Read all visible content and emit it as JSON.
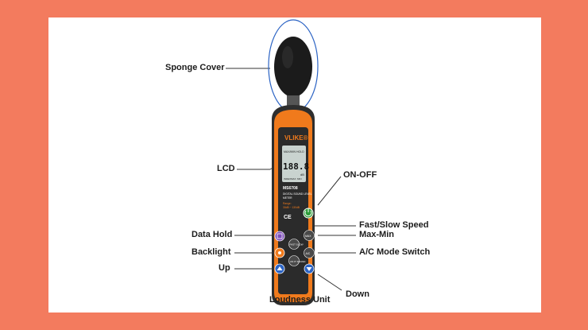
{
  "device": {
    "brand": "VLIKE",
    "brand_mark": "®",
    "model": "MS6708",
    "desc_line1": "DIGITAL SOUND LEVEL",
    "desc_line2": "METER",
    "range_label": "Range:",
    "range_value": "30dB ~ 130dB",
    "ce_mark": "CE",
    "lcd": {
      "digits": "188.8",
      "unit": "dB",
      "tag_maxmin": "MAX/MIN",
      "tag_hold": "HOLD",
      "tag_ac": "dBC",
      "tag_max": "MAX",
      "tag_min": "MIN",
      "tag_index": "INDEX"
    },
    "buttons": {
      "fast_slow": "FAST SLOW",
      "maxmin": "MAX",
      "ac": "A/C",
      "unit": "UN IT SOUND"
    }
  },
  "callouts": {
    "sponge_cover": "Sponge Cover",
    "lcd": "LCD",
    "on_off": "ON-OFF",
    "fast_slow": "Fast/Slow Speed",
    "max_min": "Max-Min",
    "data_hold": "Data Hold",
    "backlight": "Backlight",
    "ac_mode": "A/C Mode Switch",
    "up": "Up",
    "loudness_unit": "Loudness Unit",
    "down": "Down"
  },
  "colors": {
    "frame": "#f37b5e",
    "body_orange": "#f07a1c",
    "body_dark": "#2e2e2e",
    "lcd_bg": "#c9d3cf",
    "power_green": "#2e9c3a",
    "hold_purple": "#7e4fb8",
    "backlight_orange": "#f07a1c",
    "arrow_blue": "#2b63c4"
  }
}
